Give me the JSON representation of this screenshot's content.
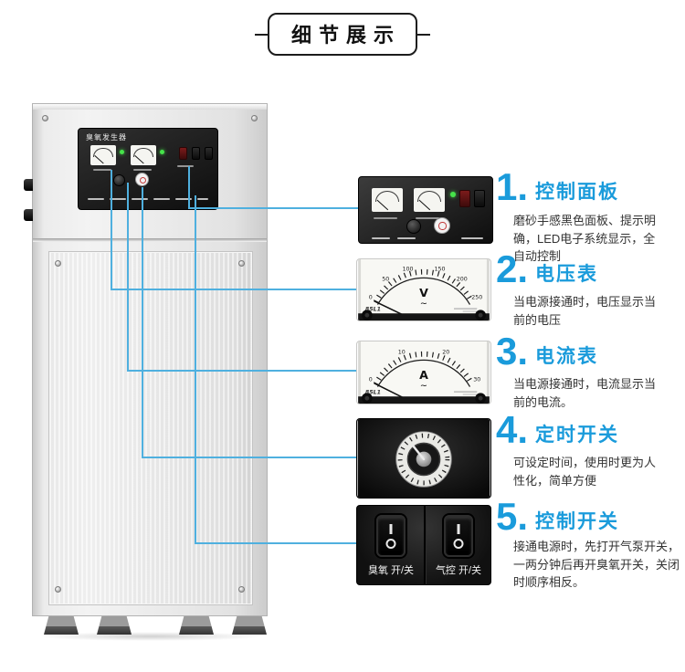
{
  "accent_color": "#1a9bdb",
  "line_color": "#4fb0df",
  "header": {
    "title": "细节展示"
  },
  "machine": {
    "panel_label": "臭氧发生器"
  },
  "callouts": [
    {
      "num": "1.",
      "title": "控制面板",
      "desc": "磨砂手感黑色面板、提示明确，LED电子系统显示，全自动控制"
    },
    {
      "num": "2.",
      "title": "电压表",
      "desc": "当电源接通时，电压显示当前的电压"
    },
    {
      "num": "3.",
      "title": "电流表",
      "desc": "当电源接通时，电流显示当前的电流。"
    },
    {
      "num": "4.",
      "title": "定时开关",
      "desc": "可设定时间，使用时更为人性化，简单方便"
    },
    {
      "num": "5.",
      "title": "控制开关",
      "desc": "接通电源时，先打开气泵开关，一两分钟后再开臭氧开关，关闭时顺序相反。"
    }
  ],
  "meters": {
    "voltmeter": {
      "unit": "V",
      "wave": "~",
      "model": "85L1",
      "scale": [
        "0",
        "50",
        "100",
        "150",
        "200",
        "250"
      ]
    },
    "ammeter": {
      "unit": "A",
      "wave": "~",
      "model": "85L1",
      "scale": [
        "0",
        "10",
        "20",
        "30"
      ]
    }
  },
  "switch_panel": {
    "left_label": "臭氧 开/关",
    "right_label": "气控 开/关"
  }
}
